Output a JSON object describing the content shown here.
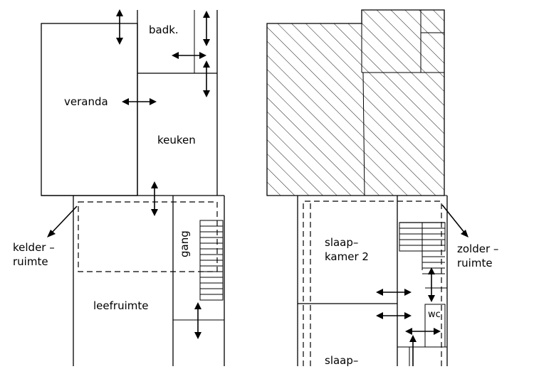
{
  "labels": {
    "badk": "badk.",
    "veranda": "veranda",
    "keuken": "keuken",
    "gang": "gang",
    "kelder_line1": "kelder –",
    "kelder_line2": "ruimte",
    "leefruimte": "leefruimte",
    "slaapkamer2_line1": "slaap–",
    "slaapkamer2_line2": "kamer 2",
    "zolder_line1": "zolder –",
    "zolder_line2": "ruimte",
    "wc": "wc",
    "slaap_bottom": "slaap–"
  },
  "colors": {
    "line": "#000000",
    "background": "#ffffff"
  }
}
